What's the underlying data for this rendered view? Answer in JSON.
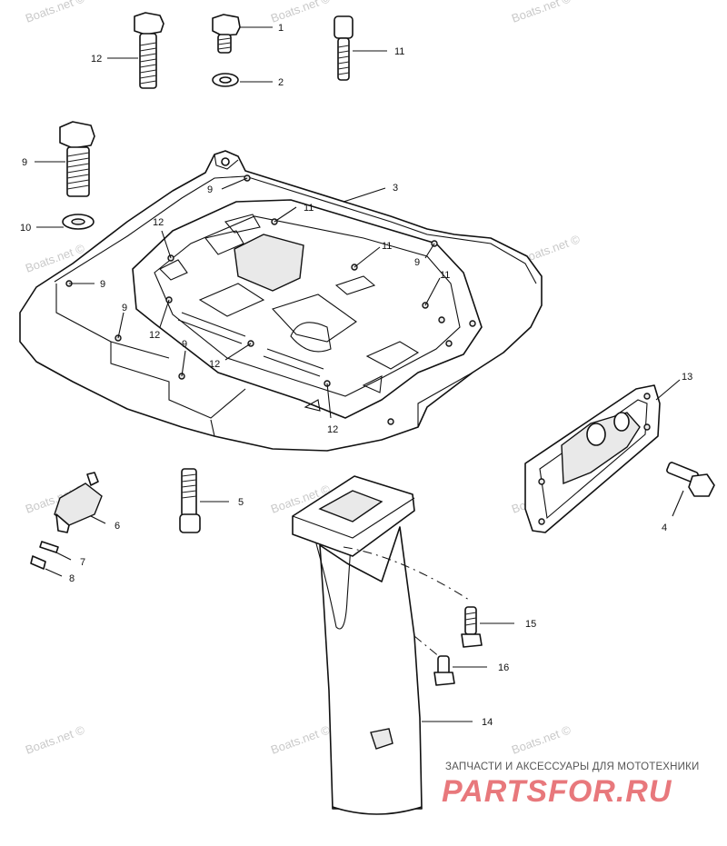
{
  "watermark": "Boats.net ©",
  "callouts": [
    "1",
    "2",
    "3",
    "4",
    "5",
    "6",
    "7",
    "8",
    "9",
    "10",
    "11",
    "12",
    "13",
    "14",
    "15",
    "16"
  ],
  "ad": {
    "tagline": "ЗАПЧАСТИ И АКСЕССУАРЫ ДЛЯ МОТОТЕХНИКИ",
    "brand": "PARTSFOR.RU",
    "brand_color": "#e8787c"
  }
}
